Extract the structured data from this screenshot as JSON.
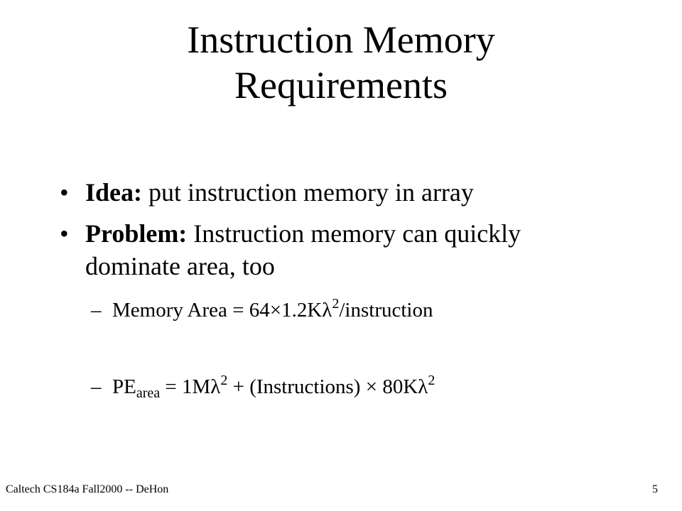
{
  "slide": {
    "title_line1": "Instruction Memory",
    "title_line2": "Requirements"
  },
  "bullets": [
    {
      "marker": "•",
      "label": "Idea:",
      "text": " put instruction memory in array"
    },
    {
      "marker": "•",
      "label": "Problem:",
      "text": " Instruction memory can quickly",
      "text_line2": "dominate area, too"
    }
  ],
  "sub_items": {
    "memory_area": {
      "marker": "–",
      "prefix": "Memory Area = 64",
      "times": "×",
      "after_times": "1.2K",
      "lambda": "λ",
      "exponent": "2",
      "suffix": "/instruction"
    },
    "pe_area": {
      "marker": "–",
      "pe": "PE",
      "subscript": "area",
      "equals": " = 1M",
      "lambda1": "λ",
      "exp1": "2",
      "middle": " + (Instructions) ",
      "times": "×",
      "value": " 80K",
      "lambda2": "λ",
      "exp2": "2"
    }
  },
  "footer": {
    "left": "Caltech CS184a Fall2000 -- DeHon",
    "page_number": "5"
  }
}
